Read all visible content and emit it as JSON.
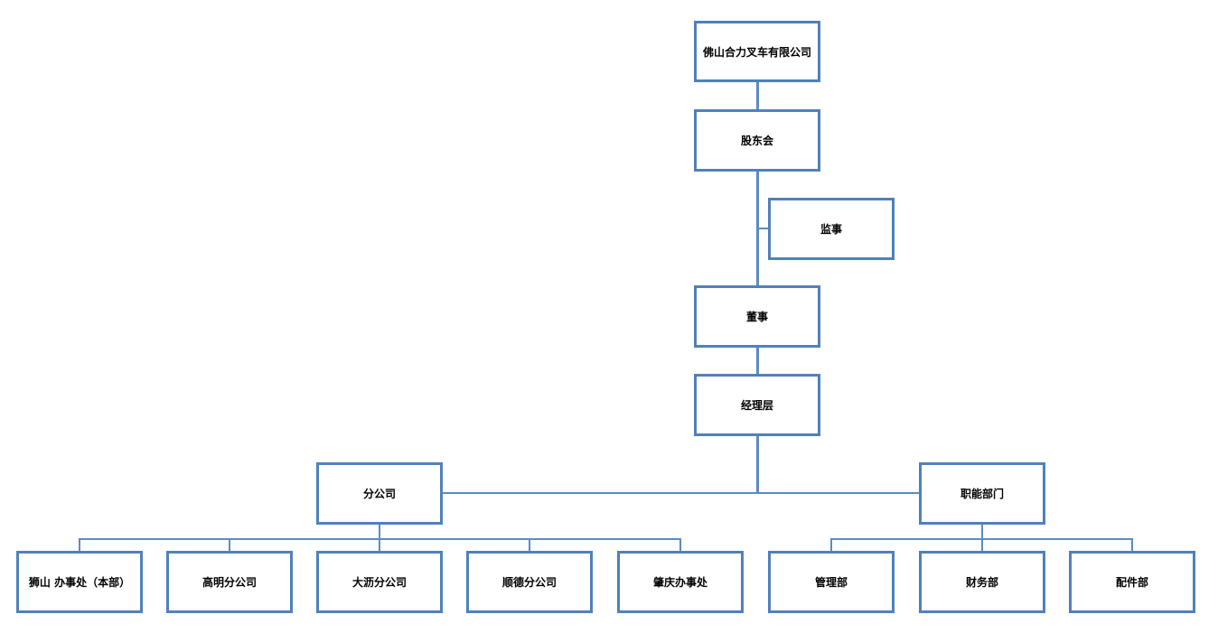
{
  "diagram": {
    "type": "org-chart",
    "background_color": "#FFFFFF",
    "box_border_color": "#4F81BD",
    "connector_color": "#5B8BC5",
    "text_color": "#000000",
    "nodes": {
      "company": "佛山合力叉车有限公司",
      "shareholders": "股东会",
      "supervisor": "监事",
      "director": "董事",
      "management": "经理层",
      "branch_companies": "分公司",
      "functional_departments": "职能部门",
      "shishan_office": "狮山 办事处（本部）",
      "gaoming_branch": "高明分公司",
      "dali_branch": "大沥分公司",
      "shunde_branch": "顺德分公司",
      "zhaoqing_office": "肇庆办事处",
      "management_dept": "管理部",
      "finance_dept": "财务部",
      "parts_dept": "配件部"
    },
    "hierarchy": [
      {
        "parent": "佛山合力叉车有限公司",
        "child": "股东会"
      },
      {
        "parent": "股东会",
        "child": "监事"
      },
      {
        "parent": "股东会",
        "child": "董事"
      },
      {
        "parent": "董事",
        "child": "经理层"
      },
      {
        "parent": "经理层",
        "child": "分公司"
      },
      {
        "parent": "经理层",
        "child": "职能部门"
      },
      {
        "parent": "分公司",
        "child": "狮山 办事处（本部）"
      },
      {
        "parent": "分公司",
        "child": "高明分公司"
      },
      {
        "parent": "分公司",
        "child": "大沥分公司"
      },
      {
        "parent": "分公司",
        "child": "顺德分公司"
      },
      {
        "parent": "分公司",
        "child": "肇庆办事处"
      },
      {
        "parent": "职能部门",
        "child": "管理部"
      },
      {
        "parent": "职能部门",
        "child": "财务部"
      },
      {
        "parent": "职能部门",
        "child": "配件部"
      }
    ]
  }
}
